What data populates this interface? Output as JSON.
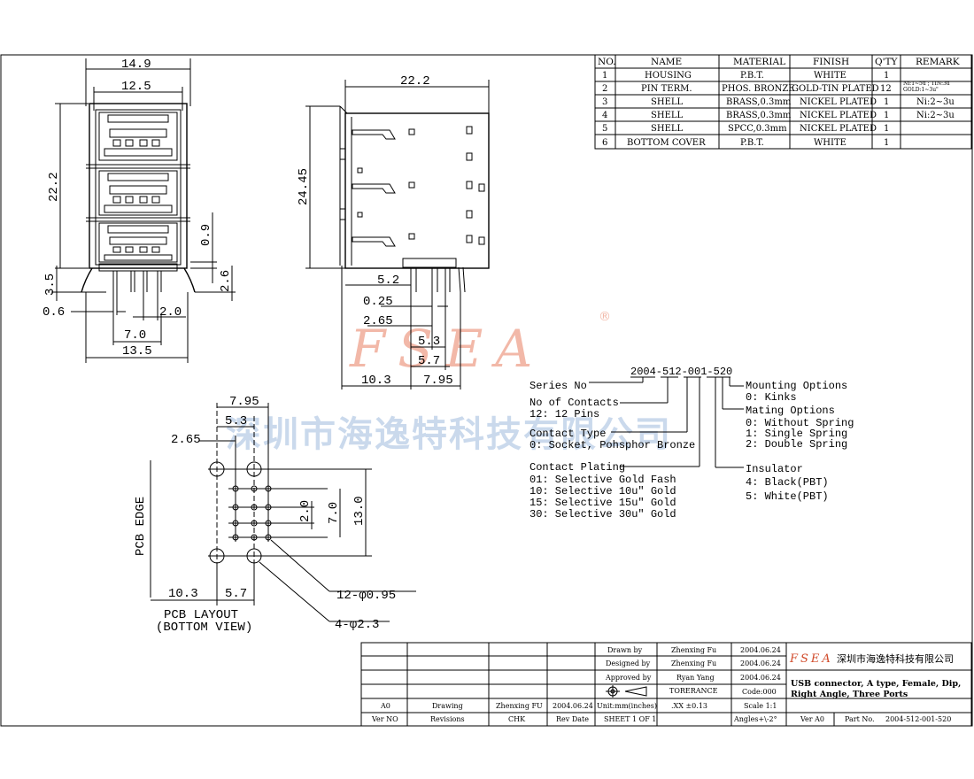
{
  "watermark": {
    "logo": "FSEA",
    "company_cn": "深圳市海逸特科技有限公司",
    "reg": "®"
  },
  "views": {
    "front": {
      "dims": [
        "14.9",
        "12.5",
        "22.2",
        "0.9",
        "3.5",
        "2.6",
        "0.6",
        "2.0",
        "7.0",
        "13.5"
      ]
    },
    "side": {
      "dims": [
        "22.2",
        "24.45",
        "5.2",
        "0.25",
        "2.65",
        "5.3",
        "5.7",
        "10.3",
        "7.95"
      ]
    },
    "pcb": {
      "dims": [
        "7.95",
        "5.3",
        "2.65",
        "2.0",
        "7.0",
        "13.0",
        "10.3",
        "5.7"
      ],
      "edge_label": "PCB  EDGE",
      "title_line1": "PCB LAYOUT",
      "title_line2": "(BOTTOM VIEW)",
      "hole_small": "12-φ0.95",
      "hole_large": "4-φ2.3"
    }
  },
  "bom": {
    "headers": [
      "NO.",
      "NAME",
      "MATERIAL",
      "FINISH",
      "Q'TY",
      "REMARK"
    ],
    "rows": [
      [
        "1",
        "HOUSING",
        "P.B.T.",
        "WHITE",
        "1",
        ""
      ],
      [
        "2",
        "PIN TERM.",
        "PHOS. BRONZE",
        "GOLD-TIN PLATED",
        "12",
        "Ni:1~5u ; TIN:3u GOLD:1~3u\""
      ],
      [
        "3",
        "SHELL",
        "BRASS,0.3mm",
        "NICKEL PLATED",
        "1",
        "Ni:2~3u"
      ],
      [
        "4",
        "SHELL",
        "BRASS,0.3mm",
        "NICKEL PLATED",
        "1",
        "Ni:2~3u"
      ],
      [
        "5",
        "SHELL",
        "SPCC,0.3mm",
        "NICKEL PLATED",
        "1",
        ""
      ],
      [
        "6",
        "BOTTOM COVER",
        "P.B.T.",
        "WHITE",
        "1",
        ""
      ]
    ]
  },
  "part_code": {
    "code": "2004-512-001-520",
    "left": [
      {
        "title": "Series No",
        "items": []
      },
      {
        "title": "No of Contacts",
        "items": [
          "12: 12 Pins"
        ]
      },
      {
        "title": "Contact Type",
        "items": [
          "0: Socket, Pohsphor Bronze"
        ]
      },
      {
        "title": "Contact Plating",
        "items": [
          "01: Selective Gold Fash",
          "10: Selective 10u\" Gold",
          "15: Selective 15u\" Gold",
          "30: Selective 30u\" Gold"
        ]
      }
    ],
    "right": [
      {
        "title": "Mounting Options",
        "items": [
          "0: Kinks"
        ]
      },
      {
        "title": "Mating Options",
        "items": [
          "0: Without Spring",
          "1: Single Spring",
          "2: Double Spring"
        ]
      },
      {
        "title": "Insulator",
        "items": [
          "4: Black(PBT)",
          "5: White(PBT)"
        ]
      }
    ]
  },
  "title_block": {
    "drawn_by_label": "Drawn   by",
    "drawn_by": "Zhenxing Fu",
    "drawn_date": "2004.06.24",
    "designed_by_label": "Designed by",
    "designed_by": "Zhenxing Fu",
    "designed_date": "2004.06.24",
    "approved_by_label": "Approved by",
    "approved_by": "Ryan Yang",
    "approved_date": "2004.06.24",
    "tolerance_label": "TORERANCE",
    "tolerance": ".XX   ±0.13",
    "code": "Code:000",
    "scale": "Scale 1:1",
    "angles": "Angles+\\-2°",
    "units": "Unit:mm(inches)",
    "sheet": "SHEET 1 OF 1",
    "logo": "FSEA",
    "company": "深圳市海逸特科技有限公司",
    "description_line1": "USB connector, A type, Female, Dip,",
    "description_line2": "Right Angle, Three Ports",
    "ver_label": "Ver A0",
    "part_no_label": "Part No.",
    "part_no": "2004-512-001-520",
    "rev_row": [
      "A0",
      "Drawing",
      "Zhenxing FU",
      "2004.06.24"
    ],
    "rev_header": [
      "Ver NO",
      "Revisions",
      "CHK",
      "Rev Date"
    ]
  }
}
